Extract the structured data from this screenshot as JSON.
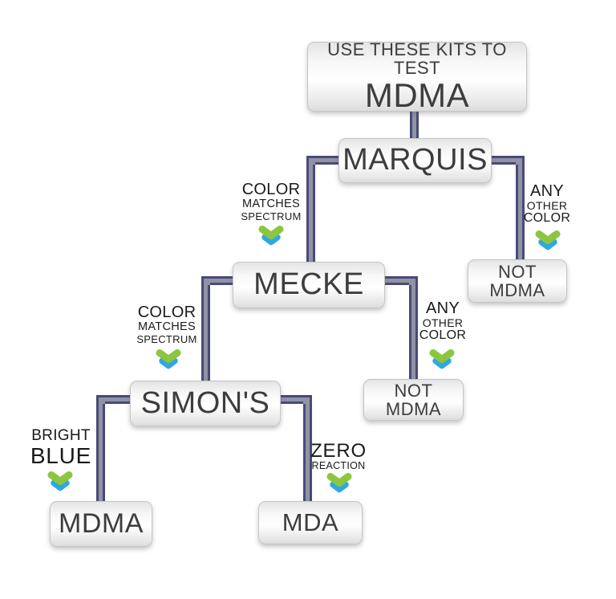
{
  "diagram": {
    "title_box": {
      "line1": "USE THESE KITS TO TEST",
      "line2": "MDMA"
    },
    "nodes": {
      "marquis": {
        "label": "MARQUIS"
      },
      "mecke": {
        "label": "MECKE"
      },
      "simons": {
        "label": "SIMON'S"
      },
      "not_mdma_1": {
        "label": "NOT MDMA"
      },
      "not_mdma_2": {
        "label": "NOT MDMA"
      },
      "mdma": {
        "label": "MDMA"
      },
      "mda": {
        "label": "MDA"
      }
    },
    "edge_labels": {
      "marquis_to_mecke": {
        "lines": [
          "COLOR",
          "MATCHES",
          "SPECTRUM"
        ]
      },
      "marquis_to_not_mdma": {
        "lines": [
          "ANY",
          "OTHER",
          "COLOR"
        ]
      },
      "mecke_to_simons": {
        "lines": [
          "COLOR",
          "MATCHES",
          "SPECTRUM"
        ]
      },
      "mecke_to_not_mdma": {
        "lines": [
          "ANY",
          "OTHER",
          "COLOR"
        ]
      },
      "simons_to_mdma": {
        "lines": [
          "BRIGHT",
          "BLUE"
        ]
      },
      "simons_to_mda": {
        "lines": [
          "ZERO",
          "REACTION"
        ]
      }
    },
    "colors": {
      "arrow_green": "#8CC63F",
      "arrow_blue": "#2FA8E1",
      "pipe_dark": "#4A4A78",
      "pipe_light": "#9093A6",
      "box_text": "#3D3D3D",
      "label_text": "#1A1A1A"
    }
  }
}
